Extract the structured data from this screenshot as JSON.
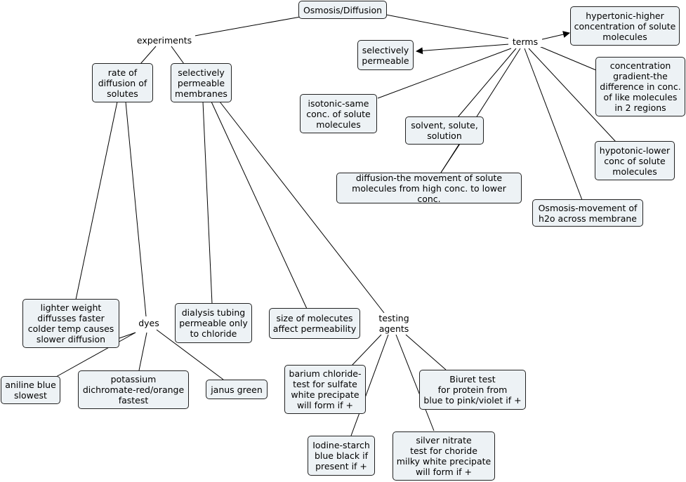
{
  "concept_map": {
    "root": "Osmosis/Diffusion",
    "link_labels": {
      "experiments": "experiments",
      "terms": "terms",
      "dyes": "dyes",
      "testing_agents": "testing\nagents"
    },
    "concepts": {
      "rate_of_diffusion": "rate of\ndiffusion of\nsolutes",
      "selectively_permeable_membranes": "selectively\npermeable\nmembranes",
      "selectively_permeable": "selectively\npermeable",
      "hypertonic": "hypertonic-higher\nconcentration of solute\nmolecules",
      "concentration_gradient": "concentration\ngradient-the\ndifference in conc.\nof like molecules\nin 2 regions",
      "isotonic": "isotonic-same\nconc. of solute\nmolecules",
      "solvent": "solvent, solute,\nsolution",
      "diffusion_def": "diffusion-the movement of solute\nmolecules from high conc. to lower conc.",
      "hypotonic": "hypotonic-lower\nconc of solute\nmolecules",
      "osmosis_def": "Osmosis-movement of\nh2o across membrane",
      "lighter_weight": "lighter weight\ndiffusses faster\ncolder temp causes\nslower diffusion",
      "dialysis_tubing": "dialysis tubing\npermeable only\nto chloride",
      "size_of_molecules": "size of molecutes\naffect permeability",
      "aniline_blue": "aniline blue\nslowest",
      "potassium_dichromate": "potassium\ndichromate-red/orange\nfastest",
      "janus_green": "janus green",
      "barium_chloride": "barium chloride-\ntest for sulfate\nwhite precipate\nwill form if +",
      "biuret": "Biuret test\nfor protein from\nblue to pink/violet if +",
      "iodine_starch": "Iodine-starch\nblue black if\npresent if +",
      "silver_nitrate": "silver nitrate\ntest for choride\nmilky white precipate\nwill form if +"
    }
  }
}
